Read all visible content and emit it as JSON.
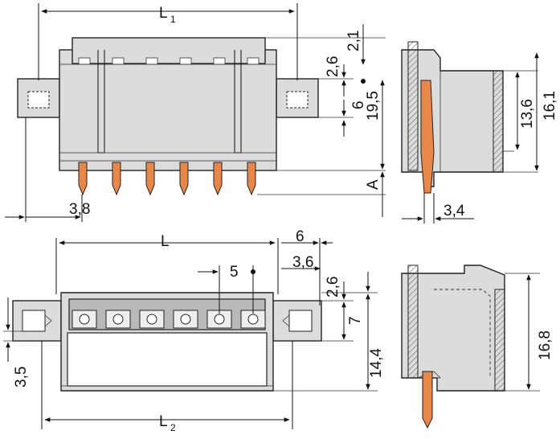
{
  "labels": {
    "L1": "L",
    "L1_sub": "1",
    "L": "L",
    "L2": "L",
    "L2_sub": "2",
    "d_2_1": "2,1",
    "d_2_6_top": "2,6",
    "d_6_top": "6",
    "d_19_5": "19,5",
    "d_A": "A",
    "d_3_8": "3,8",
    "d_13_6": "13,6",
    "d_16_1": "16,1",
    "d_3_4": "3,4",
    "d_6_bottom": "6",
    "d_3_6": "3,6",
    "d_5": "5",
    "d_2_6_bottom": "2,6",
    "d_7": "7",
    "d_14_4": "14,4",
    "d_3_5": "3,5",
    "d_16_8": "16,8"
  },
  "colors": {
    "body": "#dcdcdc",
    "pin": "#e8874a",
    "line": "#111111"
  }
}
